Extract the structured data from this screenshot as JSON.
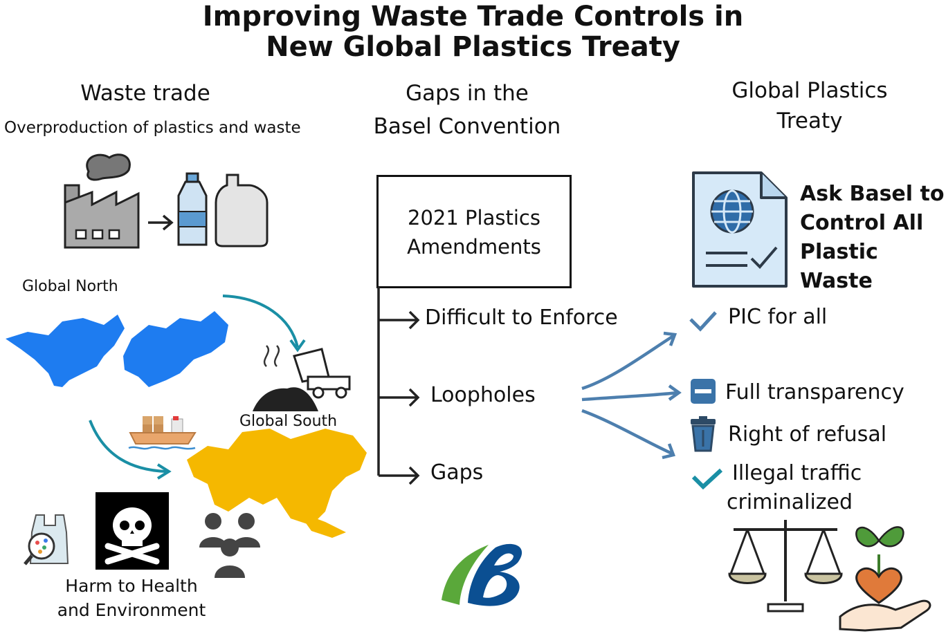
{
  "title": {
    "line1": "Improving Waste Trade Controls in",
    "line2": "New Global Plastics Treaty"
  },
  "left": {
    "header": "Waste trade",
    "subheader": "Overproduction of plastics and waste",
    "global_north": "Global North",
    "global_south": "Global South",
    "harm_line1": "Harm to Health",
    "harm_line2": "and Environment"
  },
  "middle": {
    "header_line1": "Gaps in the",
    "header_line2": "Basel Convention",
    "box_line1": "2021 Plastics",
    "box_line2": "Amendments",
    "branches": [
      "Difficult to Enforce",
      "Loopholes",
      "Gaps"
    ]
  },
  "right": {
    "header_line1": "Global Plastics",
    "header_line2": "Treaty",
    "ask_line1": "Ask Basel to",
    "ask_line2": "Control All",
    "ask_line3": "Plastic Waste",
    "items": [
      "PIC for all",
      "Full transparency",
      "Right of refusal"
    ],
    "illegal_line1": "Illegal traffic",
    "illegal_line2": "criminalized"
  },
  "colors": {
    "blue_map": "#1e7cf0",
    "asia": "#f5b800",
    "teal_arrow": "#1a8fa5",
    "steel_arrow": "#4d7fae"
  }
}
